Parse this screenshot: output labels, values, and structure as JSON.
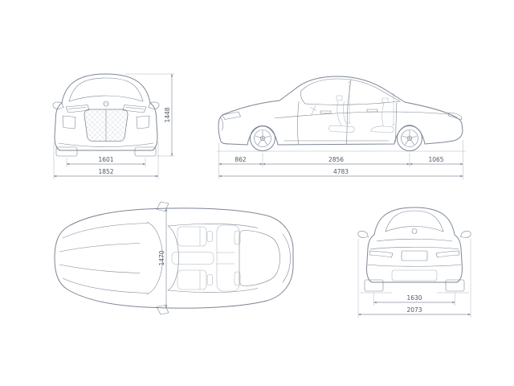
{
  "diagram": {
    "type": "vehicle-dimensions-blueprint",
    "colors": {
      "background": "#ffffff",
      "car_line": "#7d8694",
      "car_line_light": "#aab2bd",
      "dim_line": "#8b93a1",
      "dim_text": "#4e5866"
    },
    "icons": {
      "front_badge": "brand-roundel-icon",
      "rear_badge": "brand-roundel-icon"
    },
    "views": {
      "front": {
        "dims": {
          "track": "1601",
          "overall_width": "1852",
          "overall_height": "1448"
        }
      },
      "side": {
        "dims": {
          "front_overhang": "862",
          "wheelbase": "2856",
          "rear_overhang": "1065",
          "overall_length": "4783"
        }
      },
      "top": {
        "dims": {
          "interior_width": "1470"
        }
      },
      "rear": {
        "dims": {
          "track": "1630",
          "width_incl_mirrors": "2073"
        }
      }
    }
  }
}
